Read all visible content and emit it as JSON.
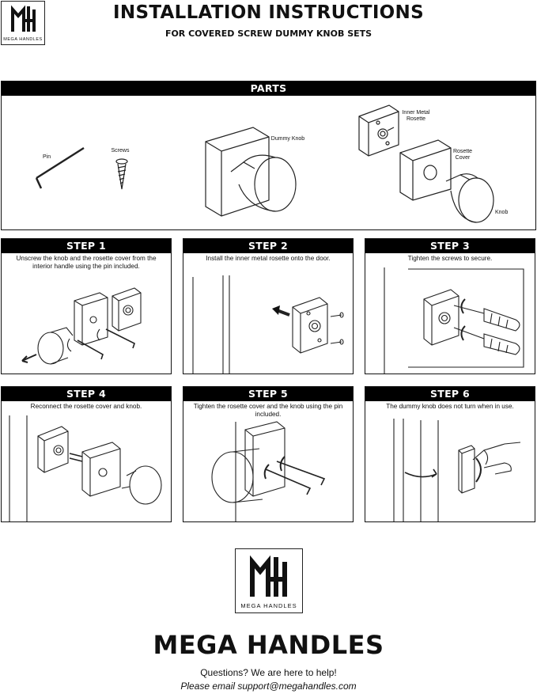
{
  "header": {
    "logo_brand": "MEGA HANDLES",
    "title": "INSTALLATION INSTRUCTIONS",
    "subtitle": "FOR COVERED SCREW DUMMY KNOB SETS"
  },
  "parts": {
    "heading": "PARTS",
    "labels": {
      "pin": "Pin",
      "screws": "Screws",
      "dummy_knob": "Dummy Knob",
      "inner_rosette": "Inner Metal Rosette",
      "rosette_cover": "Rosette Cover",
      "knob": "Knob"
    }
  },
  "steps": [
    {
      "heading": "STEP 1",
      "text": "Unscrew the knob and the rosette cover from the interior handle using the pin included."
    },
    {
      "heading": "STEP 2",
      "text": "Install the inner metal rosette onto the door."
    },
    {
      "heading": "STEP 3",
      "text": "Tighten the screws to secure."
    },
    {
      "heading": "STEP 4",
      "text": "Reconnect the rosette cover and knob."
    },
    {
      "heading": "STEP 5",
      "text": "Tighten the rosette cover and the knob using the pin included."
    },
    {
      "heading": "STEP 6",
      "text": "The dummy knob does not turn when in use."
    }
  ],
  "footer": {
    "logo_brand": "MEGA HANDLES",
    "brand_name": "MEGA HANDLES",
    "questions": "Questions? We are here to help!",
    "email": "Please email support@megahandles.com"
  }
}
